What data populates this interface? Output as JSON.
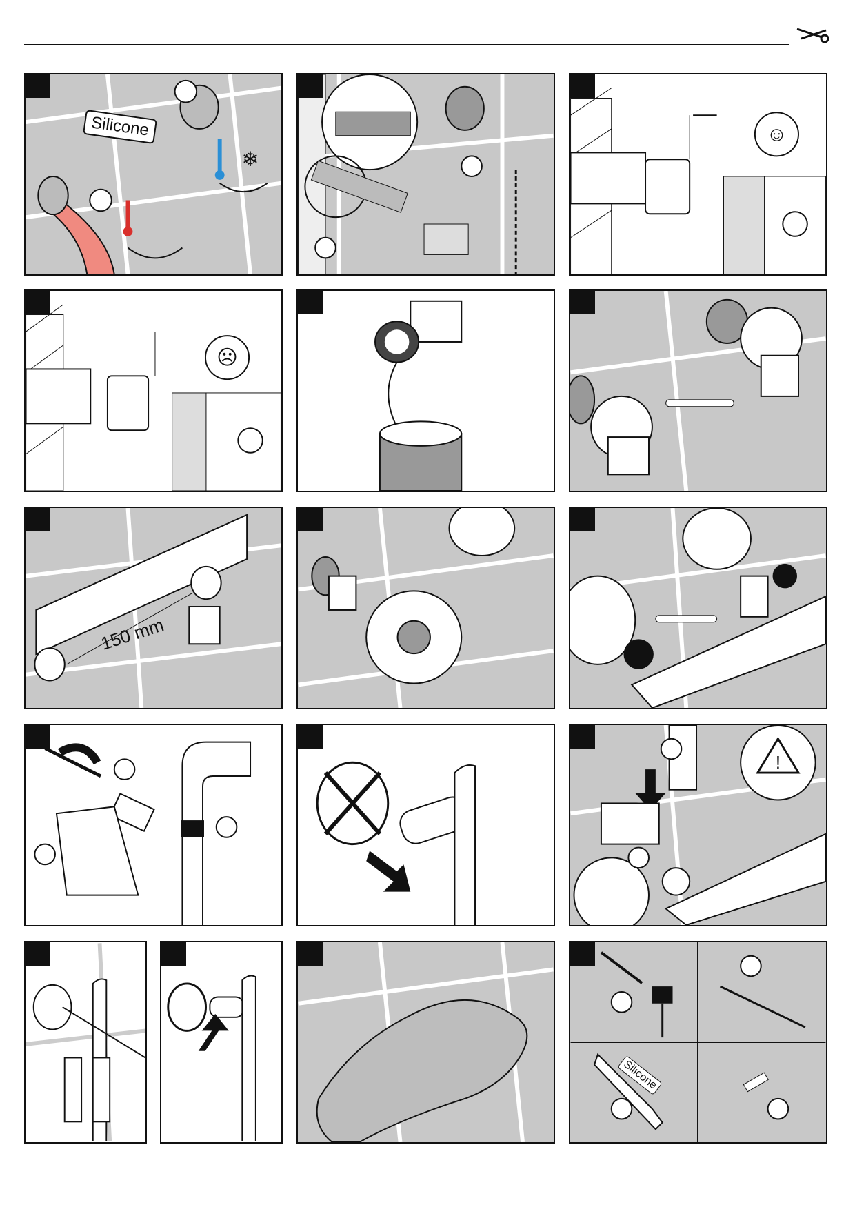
{
  "header": {
    "icon": "wrench-icon"
  },
  "labels": {
    "silicone_tube": "Silicone",
    "distance": "150 mm",
    "silicone_tube_small": "Silicone"
  },
  "colors": {
    "hot": "#d9302c",
    "cold": "#2a8fd6",
    "hose": "#f08a80",
    "tile": "#c8c8c8",
    "grout": "#ffffff"
  }
}
